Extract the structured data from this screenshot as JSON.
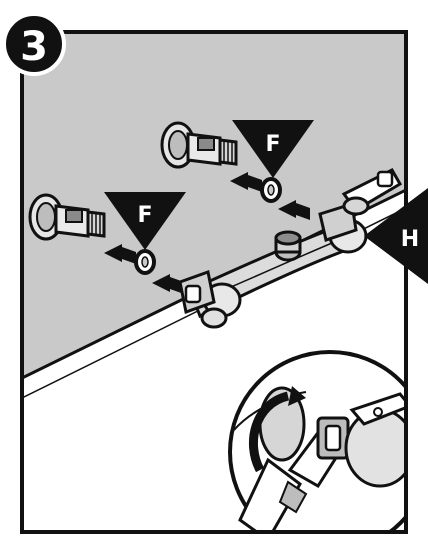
{
  "step": {
    "number": "3"
  },
  "labels": {
    "washer_label_left": "F",
    "washer_label_right": "F",
    "mixer_label": "H"
  }
}
